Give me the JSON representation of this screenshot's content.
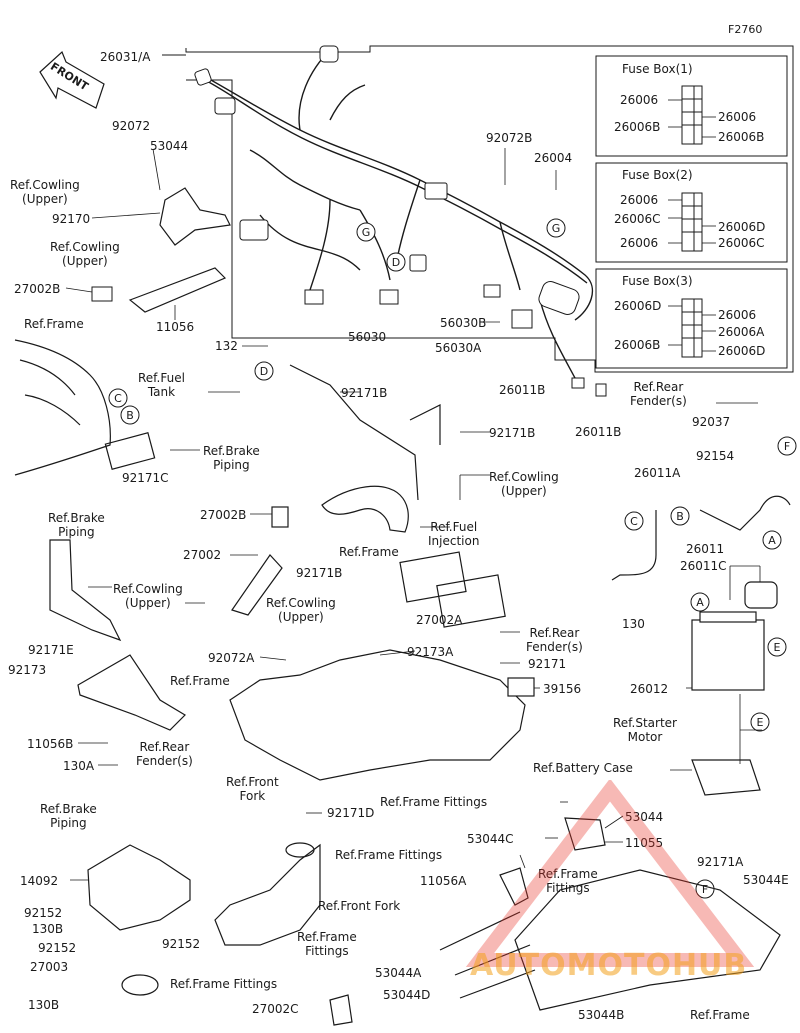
{
  "diagram_code": "F2760",
  "front_label": "FRONT",
  "fuse_boxes": [
    {
      "title": "Fuse Box(1)",
      "left": [
        "26006",
        "26006B"
      ],
      "right": [
        "26006",
        "26006B"
      ]
    },
    {
      "title": "Fuse Box(2)",
      "left": [
        "26006",
        "26006C",
        "26006"
      ],
      "right": [
        "26006D",
        "26006C"
      ]
    },
    {
      "title": "Fuse Box(3)",
      "left": [
        "26006D",
        "26006B"
      ],
      "right": [
        "26006",
        "26006A",
        "26006D"
      ]
    }
  ],
  "callouts": {
    "A": "A",
    "B": "B",
    "C": "C",
    "D": "D",
    "E": "E",
    "F": "F",
    "G": "G"
  },
  "labels": {
    "l26031A": "26031/A",
    "l92072": "92072",
    "l53044": "53044",
    "lRefCowlingUpper1": "Ref.Cowling\n(Upper)",
    "l92170": "92170",
    "lRefCowlingUpper2": "Ref.Cowling\n(Upper)",
    "l27002B_1": "27002B",
    "l11056": "11056",
    "lRefFrame1": "Ref.Frame",
    "l132": "132",
    "lRefFuelTank": "Ref.Fuel\nTank",
    "l92171B_1": "92171B",
    "l92171B_2": "92171B",
    "lRefBrakePiping1": "Ref.Brake\nPiping",
    "l92171C": "92171C",
    "lRefBrakePiping2": "Ref.Brake\nPiping",
    "lRefCowlingUpper3": "Ref.Cowling\n(Upper)",
    "l27002B_2": "27002B",
    "lRefFrame2": "Ref.Frame",
    "lRefFuelInjection": "Ref.Fuel\nInjection",
    "l27002": "27002",
    "l92171B_3": "92171B",
    "lRefCowlingUpper4": "Ref.Cowling\n(Upper)",
    "lRefCowlingUpper5": "Ref.Cowling\n(Upper)",
    "l27002A": "27002A",
    "lRefRearFenders1": "Ref.Rear\nFender(s)",
    "l92171E": "92171E",
    "l92173": "92173",
    "lRefFrame3": "Ref.Frame",
    "l92072A": "92072A",
    "l92173A": "92173A",
    "l92171": "92171",
    "l39156": "39156",
    "l11056B": "11056B",
    "lRefRearFenders2": "Ref.Rear\nFender(s)",
    "l130A": "130A",
    "l92072B": "92072B",
    "l26004": "26004",
    "l56030": "56030",
    "l56030B": "56030B",
    "l56030A": "56030A",
    "l26011B_1": "26011B",
    "l26011B_2": "26011B",
    "lRefRearFenders3": "Ref.Rear\nFender(s)",
    "l92037": "92037",
    "l26011A": "26011A",
    "l92154": "92154",
    "l26011": "26011",
    "l26011C": "26011C",
    "l130": "130",
    "l26012": "26012",
    "lRefStarterMotor": "Ref.Starter\nMotor",
    "lRefBatteryCase": "Ref.Battery Case",
    "lRefFrontFork1": "Ref.Front\nFork",
    "l92171D": "92171D",
    "lRefBrakePiping3": "Ref.Brake\nPiping",
    "l14092": "14092",
    "l92152_1": "92152",
    "l130B_1": "130B",
    "l92152_2": "92152",
    "l92152_3": "92152",
    "l27003": "27003",
    "l130B_2": "130B",
    "lRefFrontFork2": "Ref.Front Fork",
    "lRefFrameFittings1": "Ref.Frame Fittings",
    "l53044C": "53044C",
    "lRefFrameFittings2": "Ref.Frame Fittings",
    "l11056A": "11056A",
    "lRefFrameFittings3": "Ref.Frame\nFittings",
    "lRefFrameFittings4": "Ref.Frame\nFittings",
    "l53044A": "53044A",
    "l53044D": "53044D",
    "lRefFrameFittings5": "Ref.Frame Fittings",
    "l27002C": "27002C",
    "l53044_2": "53044",
    "l11055": "11055",
    "l92171A": "92171A",
    "l53044E": "53044E",
    "l53044B": "53044B",
    "lRefFrame4": "Ref.Frame"
  },
  "watermark": "AUTOMOTOHUB",
  "colors": {
    "line": "#1a1a1a",
    "watermark_red": "#e8372c",
    "watermark_orange": "#f4a11d"
  }
}
